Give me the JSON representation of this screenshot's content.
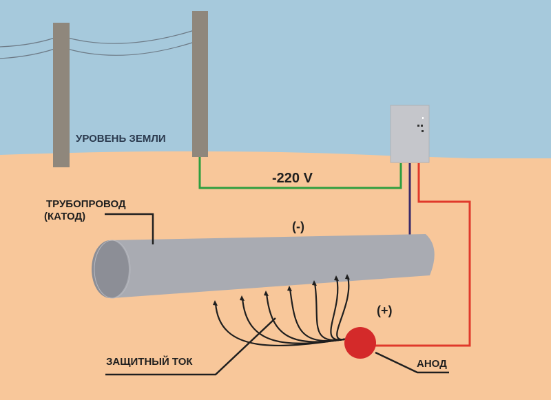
{
  "diagram": {
    "title": "Катодная защита трубопровода",
    "labels": {
      "ground_level": "УРОВЕНЬ ЗЕМЛИ",
      "voltage": "-220 V",
      "pipeline_line1": "ТРУБОПРОВОД",
      "pipeline_line2": "(КАТОД)",
      "negative": "(-)",
      "positive": "(+)",
      "protective_current": "ЗАЩИТНЫЙ ТОК",
      "anode": "АНОД"
    },
    "components": [
      {
        "id": "power-pole-left",
        "type": "pole"
      },
      {
        "id": "power-pole-right",
        "type": "pole"
      },
      {
        "id": "power-lines",
        "type": "wires"
      },
      {
        "id": "cathodic-protection-station",
        "type": "cabinet"
      },
      {
        "id": "pipeline",
        "type": "cathode"
      },
      {
        "id": "anode",
        "type": "anode"
      }
    ],
    "wires": [
      {
        "name": "ground-wire",
        "color": "#2e9e3f"
      },
      {
        "name": "cathode-wire",
        "color": "#3a2a6a"
      },
      {
        "name": "anode-wire",
        "color": "#e0392b"
      }
    ],
    "current_lines_count": 7,
    "colors": {
      "sky": "#a6c9dc",
      "soil": "#f8c79a",
      "pole": "#8f877c",
      "pipe": "#a9abb2",
      "pipe_end": "#8c8e96",
      "cabinet": "#c5c6cb",
      "anode": "#d42a2a",
      "text_dark": "#1f1f1f",
      "text_ground": "#2b3a4e"
    }
  }
}
